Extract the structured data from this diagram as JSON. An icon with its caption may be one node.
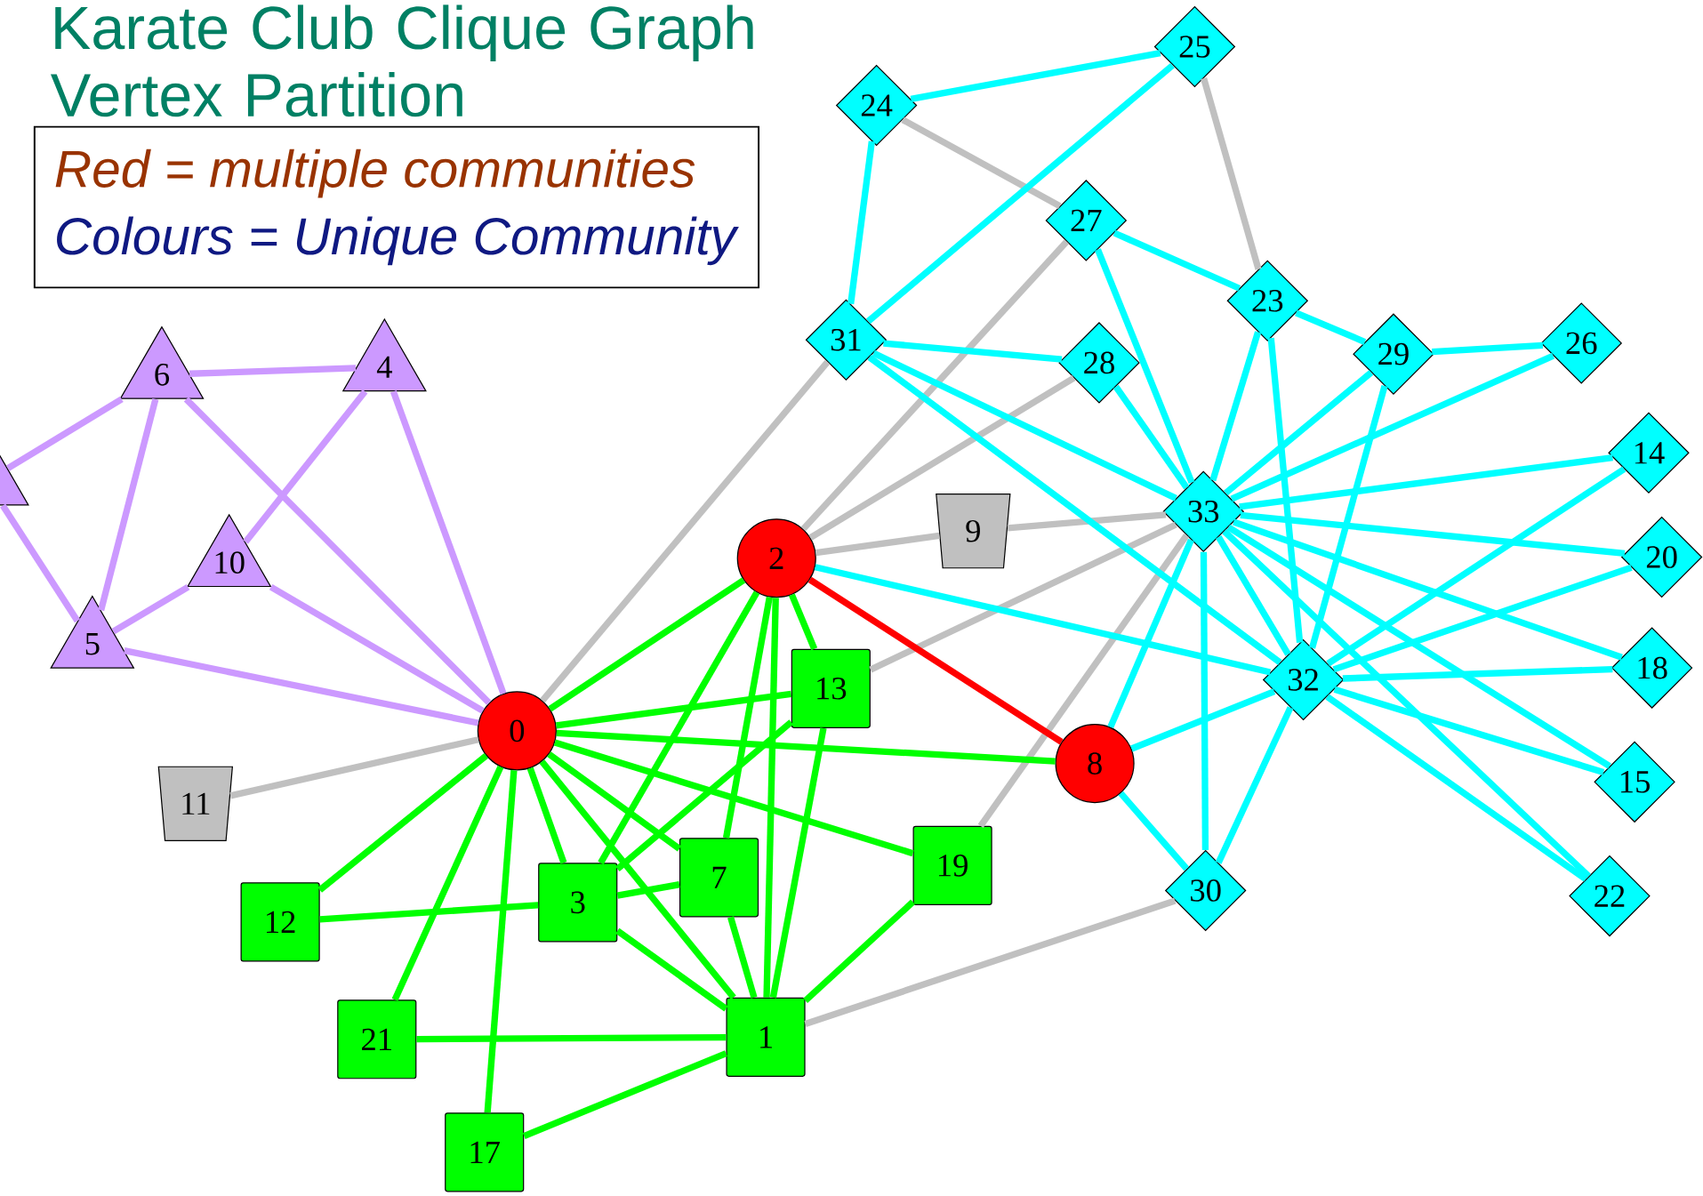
{
  "diagram": {
    "title": "Karate Club Clique Graph Vertex Partition",
    "nodes": [
      {
        "text": [
          "0"
        ]
      },
      {
        "text": [
          "1"
        ]
      },
      {
        "text": [
          "2"
        ]
      },
      {
        "text": [
          "3"
        ]
      },
      {
        "text": [
          "4"
        ]
      },
      {
        "text": [
          "5"
        ]
      },
      {
        "text": [
          "6"
        ]
      },
      {
        "text": [
          "7"
        ]
      },
      {
        "text": [
          "8"
        ]
      },
      {
        "text": [
          "9"
        ]
      },
      {
        "text": [
          "10"
        ]
      },
      {
        "text": [
          "11"
        ]
      },
      {
        "text": [
          "12"
        ]
      },
      {
        "text": [
          "13"
        ]
      },
      {
        "text": [
          "14"
        ]
      },
      {
        "text": [
          "15"
        ]
      },
      {
        "text": [],
        "shape": "triangle"
      },
      {
        "text": [
          "17"
        ]
      },
      {
        "text": [
          "18"
        ]
      },
      {
        "text": [
          "19"
        ]
      },
      {
        "text": [
          "20"
        ]
      },
      {
        "text": [
          "21"
        ]
      },
      {
        "text": [
          "22"
        ]
      },
      {
        "text": [
          "23"
        ]
      },
      {
        "text": [
          "24"
        ]
      },
      {
        "text": [
          "25"
        ]
      },
      {
        "text": [
          "26"
        ]
      },
      {
        "text": [
          "27"
        ]
      },
      {
        "text": [
          "28"
        ]
      },
      {
        "text": [
          "29"
        ]
      },
      {
        "text": [
          "30"
        ]
      },
      {
        "text": [
          "31"
        ]
      },
      {
        "text": [
          "32"
        ]
      },
      {
        "text": [
          "33"
        ]
      }
    ],
    "edges": [
      {
        "from": 6,
        "to": 16,
        "arrow": "none",
        "color": "#cc99ff"
      },
      {
        "from": 16,
        "to": 5,
        "arrow": "none",
        "color": "#cc99ff"
      },
      {
        "from": 6,
        "to": 4,
        "arrow": "none",
        "color": "#cc99ff"
      },
      {
        "from": 6,
        "to": 5,
        "arrow": "none",
        "color": "#cc99ff"
      },
      {
        "from": 6,
        "to": 0,
        "arrow": "none",
        "color": "#cc99ff"
      },
      {
        "from": 4,
        "to": 10,
        "arrow": "none",
        "color": "#cc99ff"
      },
      {
        "from": 4,
        "to": 0,
        "arrow": "none",
        "color": "#cc99ff"
      },
      {
        "from": 10,
        "to": 5,
        "arrow": "none",
        "color": "#cc99ff"
      },
      {
        "from": 10,
        "to": 0,
        "arrow": "none",
        "color": "#cc99ff"
      },
      {
        "from": 5,
        "to": 0,
        "arrow": "none",
        "color": "#cc99ff"
      },
      {
        "from": 0,
        "to": 11,
        "arrow": "none",
        "color": "#c0c0c0"
      },
      {
        "from": 0,
        "to": 31,
        "arrow": "none",
        "color": "#c0c0c0"
      },
      {
        "from": 2,
        "to": 27,
        "arrow": "none",
        "color": "#c0c0c0"
      },
      {
        "from": 2,
        "to": 28,
        "arrow": "none",
        "color": "#c0c0c0"
      },
      {
        "from": 2,
        "to": 9,
        "arrow": "none",
        "color": "#c0c0c0"
      },
      {
        "from": 9,
        "to": 33,
        "arrow": "none",
        "color": "#c0c0c0"
      },
      {
        "from": 13,
        "to": 33,
        "arrow": "none",
        "color": "#c0c0c0"
      },
      {
        "from": 19,
        "to": 33,
        "arrow": "none",
        "color": "#c0c0c0"
      },
      {
        "from": 1,
        "to": 30,
        "arrow": "none",
        "color": "#c0c0c0"
      },
      {
        "from": 24,
        "to": 27,
        "arrow": "none",
        "color": "#c0c0c0"
      },
      {
        "from": 25,
        "to": 23,
        "arrow": "none",
        "color": "#c0c0c0"
      },
      {
        "from": 0,
        "to": 2,
        "arrow": "none",
        "color": "#00ff00"
      },
      {
        "from": 0,
        "to": 13,
        "arrow": "none",
        "color": "#00ff00"
      },
      {
        "from": 0,
        "to": 8,
        "arrow": "none",
        "color": "#00ff00"
      },
      {
        "from": 0,
        "to": 19,
        "arrow": "none",
        "color": "#00ff00"
      },
      {
        "from": 0,
        "to": 12,
        "arrow": "none",
        "color": "#00ff00"
      },
      {
        "from": 0,
        "to": 21,
        "arrow": "none",
        "color": "#00ff00"
      },
      {
        "from": 0,
        "to": 17,
        "arrow": "none",
        "color": "#00ff00"
      },
      {
        "from": 0,
        "to": 3,
        "arrow": "none",
        "color": "#00ff00"
      },
      {
        "from": 0,
        "to": 7,
        "arrow": "none",
        "color": "#00ff00"
      },
      {
        "from": 0,
        "to": 1,
        "arrow": "none",
        "color": "#00ff00"
      },
      {
        "from": 2,
        "to": 3,
        "arrow": "none",
        "color": "#00ff00"
      },
      {
        "from": 2,
        "to": 7,
        "arrow": "none",
        "color": "#00ff00"
      },
      {
        "from": 2,
        "to": 1,
        "arrow": "none",
        "color": "#00ff00"
      },
      {
        "from": 2,
        "to": 13,
        "arrow": "none",
        "color": "#00ff00"
      },
      {
        "from": 13,
        "to": 3,
        "arrow": "none",
        "color": "#00ff00"
      },
      {
        "from": 13,
        "to": 1,
        "arrow": "none",
        "color": "#00ff00"
      },
      {
        "from": 3,
        "to": 12,
        "arrow": "none",
        "color": "#00ff00"
      },
      {
        "from": 3,
        "to": 7,
        "arrow": "none",
        "color": "#00ff00"
      },
      {
        "from": 3,
        "to": 1,
        "arrow": "none",
        "color": "#00ff00"
      },
      {
        "from": 7,
        "to": 1,
        "arrow": "none",
        "color": "#00ff00"
      },
      {
        "from": 19,
        "to": 1,
        "arrow": "none",
        "color": "#00ff00"
      },
      {
        "from": 21,
        "to": 1,
        "arrow": "none",
        "color": "#00ff00"
      },
      {
        "from": 17,
        "to": 1,
        "arrow": "none",
        "color": "#00ff00"
      },
      {
        "from": 2,
        "to": 8,
        "arrow": "none",
        "color": "#ff0000"
      },
      {
        "from": 24,
        "to": 25,
        "arrow": "none"
      },
      {
        "from": 24,
        "to": 31,
        "arrow": "none"
      },
      {
        "from": 25,
        "to": 31,
        "arrow": "none"
      },
      {
        "from": 27,
        "to": 23,
        "arrow": "none"
      },
      {
        "from": 27,
        "to": 33,
        "arrow": "none"
      },
      {
        "from": 31,
        "to": 28,
        "arrow": "none"
      },
      {
        "from": 31,
        "to": 33,
        "arrow": "none"
      },
      {
        "from": 31,
        "to": 32,
        "arrow": "none"
      },
      {
        "from": 28,
        "to": 33,
        "arrow": "none"
      },
      {
        "from": 23,
        "to": 29,
        "arrow": "none"
      },
      {
        "from": 23,
        "to": 33,
        "arrow": "none"
      },
      {
        "from": 23,
        "to": 32,
        "arrow": "none"
      },
      {
        "from": 29,
        "to": 26,
        "arrow": "none"
      },
      {
        "from": 29,
        "to": 33,
        "arrow": "none"
      },
      {
        "from": 29,
        "to": 32,
        "arrow": "none"
      },
      {
        "from": 26,
        "to": 33,
        "arrow": "none"
      },
      {
        "from": 33,
        "to": 14,
        "arrow": "none"
      },
      {
        "from": 33,
        "to": 20,
        "arrow": "none"
      },
      {
        "from": 33,
        "to": 18,
        "arrow": "none"
      },
      {
        "from": 33,
        "to": 15,
        "arrow": "none"
      },
      {
        "from": 33,
        "to": 22,
        "arrow": "none"
      },
      {
        "from": 33,
        "to": 32,
        "arrow": "none"
      },
      {
        "from": 33,
        "to": 8,
        "arrow": "none"
      },
      {
        "from": 33,
        "to": 30,
        "arrow": "none"
      },
      {
        "from": 32,
        "to": 14,
        "arrow": "none"
      },
      {
        "from": 32,
        "to": 20,
        "arrow": "none"
      },
      {
        "from": 32,
        "to": 18,
        "arrow": "none"
      },
      {
        "from": 32,
        "to": 15,
        "arrow": "none"
      },
      {
        "from": 32,
        "to": 22,
        "arrow": "none"
      },
      {
        "from": 32,
        "to": 8,
        "arrow": "none"
      },
      {
        "from": 32,
        "to": 30,
        "arrow": "none"
      },
      {
        "from": 2,
        "to": 32,
        "arrow": "none"
      },
      {
        "from": 8,
        "to": 30,
        "arrow": "none"
      }
    ],
    "labels": [
      "*Red = multiple communities*",
      "*Colours = Unique Community*"
    ]
  }
}
